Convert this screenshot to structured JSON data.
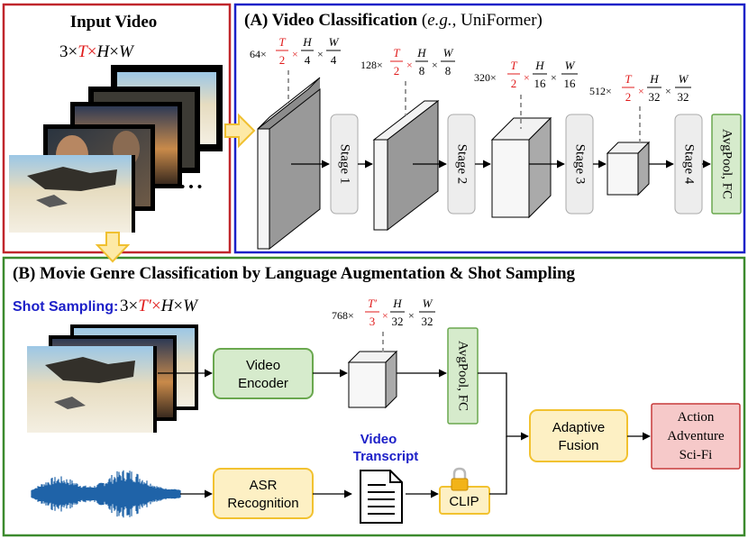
{
  "colors": {
    "input_border": "#c0262c",
    "panel_a_border": "#1a22c8",
    "panel_b_border": "#3c8a2e",
    "red_text": "#e01b1b",
    "blue_text": "#1d20c8",
    "stage_fill": "#ededed",
    "stage_stroke": "#aaaaaa",
    "green_fill": "#d6ebcc",
    "green_stroke": "#6aa84f",
    "yellow_fill": "#fdf0c4",
    "yellow_stroke": "#f2c230",
    "output_fill": "#f6c9c9",
    "output_stroke": "#c73a3a",
    "audio_wave": "#1f63a8"
  },
  "input_panel": {
    "title": "Input Video",
    "dims": {
      "a": "3",
      "b": "T",
      "c": "H",
      "d": "W"
    },
    "ellipsis": "• • •"
  },
  "panel_a": {
    "title_bold": "(A) Video Classification",
    "title_italic": "e.g.",
    "title_paren_open": " (",
    "title_rest": ", UniFormer)",
    "feature_labels": [
      {
        "channels": "64",
        "t_num": "T",
        "t_den": "2",
        "h_den": "4",
        "w_den": "4"
      },
      {
        "channels": "128",
        "t_num": "T",
        "t_den": "2",
        "h_den": "8",
        "w_den": "8"
      },
      {
        "channels": "320",
        "t_num": "T",
        "t_den": "2",
        "h_den": "16",
        "w_den": "16"
      },
      {
        "channels": "512",
        "t_num": "T",
        "t_den": "2",
        "h_den": "32",
        "w_den": "32"
      }
    ],
    "stages": [
      "Stage 1",
      "Stage 2",
      "Stage 3",
      "Stage 4"
    ],
    "head": "AvgPool, FC"
  },
  "panel_b": {
    "title": "(B) Movie Genre Classification by Language Augmentation & Shot Sampling",
    "shot_sampling_label": "Shot Sampling:",
    "shot_dims": {
      "a": "3",
      "b": "T′",
      "c": "H",
      "d": "W"
    },
    "feature_label": {
      "channels": "768",
      "t_num": "T′",
      "t_den": "3",
      "h_den": "32",
      "w_den": "32"
    },
    "video_encoder": [
      "Video",
      "Encoder"
    ],
    "avgpool": "AvgPool, FC",
    "asr": [
      "ASR",
      "Recognition"
    ],
    "transcript": [
      "Video",
      "Transcript"
    ],
    "clip": "CLIP",
    "fusion": [
      "Adaptive",
      "Fusion"
    ],
    "genres": [
      "Action",
      "Adventure",
      "Sci-Fi"
    ]
  }
}
